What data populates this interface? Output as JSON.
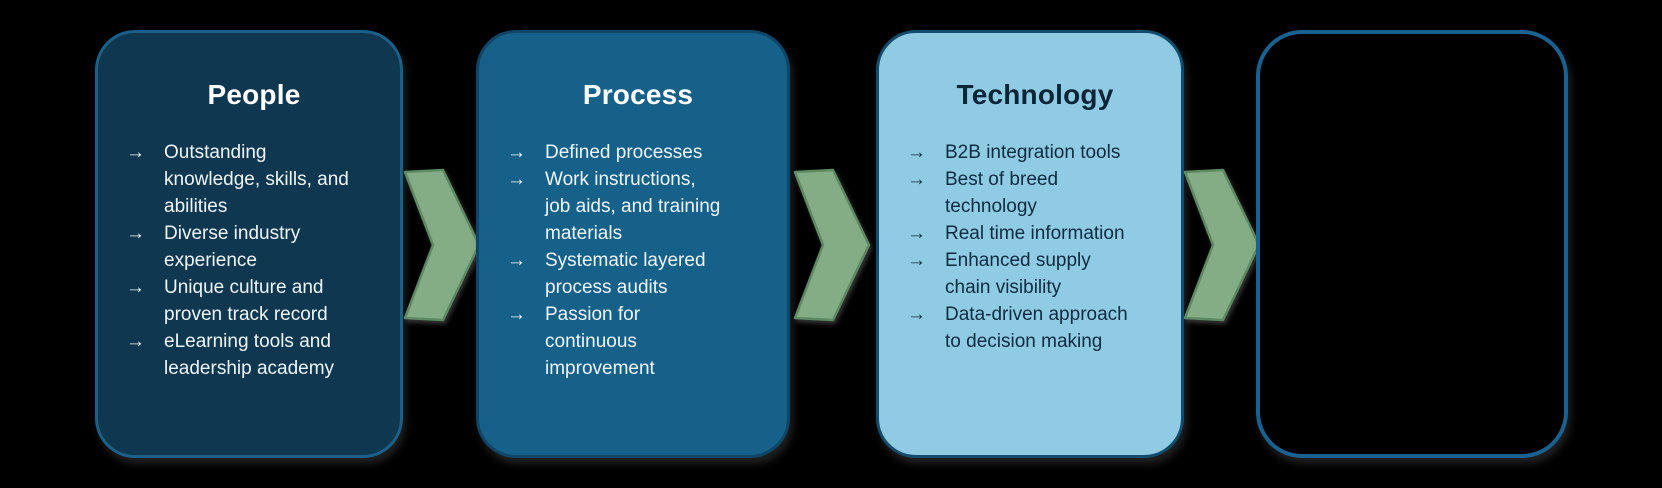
{
  "diagram": {
    "bullet_glyph": "→",
    "boxes": [
      {
        "title": "People",
        "items": [
          "Outstanding\nknowledge, skills, and\nabilities",
          "Diverse industry\nexperience",
          "Unique culture and\nproven track record",
          "eLearning tools and\nleadership academy"
        ]
      },
      {
        "title": "Process",
        "items": [
          "Defined processes",
          "Work instructions,\njob aids, and training\nmaterials",
          "Systematic layered\nprocess audits",
          "Passion for\ncontinuous\nimprovement"
        ]
      },
      {
        "title": "Technology",
        "items": [
          "B2B integration tools",
          "Best of breed\ntechnology",
          "Real time information",
          "Enhanced supply\nchain visibility",
          "Data-driven approach\nto decision making"
        ]
      },
      {
        "title": "",
        "items": []
      }
    ]
  },
  "colors": {
    "background": "#000000",
    "box1-fill": "#0f3850",
    "box1-border": "#1a6089",
    "box2-fill": "#15618a",
    "box2-border": "#0f4568",
    "box3-fill": "#90cbe4",
    "box3-border": "#114c6d",
    "box4-fill": "#000000",
    "box4-border": "#186191",
    "arrow-fill": "#85ad85",
    "arrow-stroke": "#5d8a63",
    "light-text": "#eef5f9",
    "dark-text": "#0d2b42"
  }
}
